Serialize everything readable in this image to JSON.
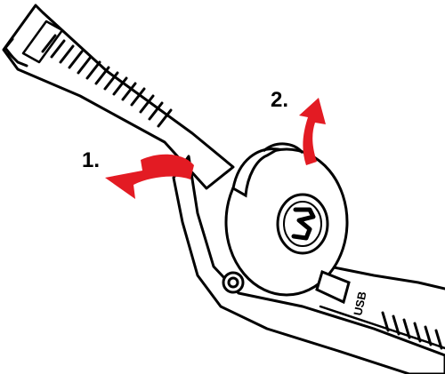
{
  "steps": [
    {
      "number": "1.",
      "direction": "pull-away"
    },
    {
      "number": "2.",
      "direction": "lift-up"
    }
  ],
  "usb_label": "USB",
  "colors": {
    "line": "#000000",
    "fill": "#ffffff",
    "arrow": "#e31b23"
  },
  "icon_names": [
    "watch-strap-outline",
    "pod-disc-icon",
    "clip-icon",
    "curved-arrow-icon"
  ]
}
